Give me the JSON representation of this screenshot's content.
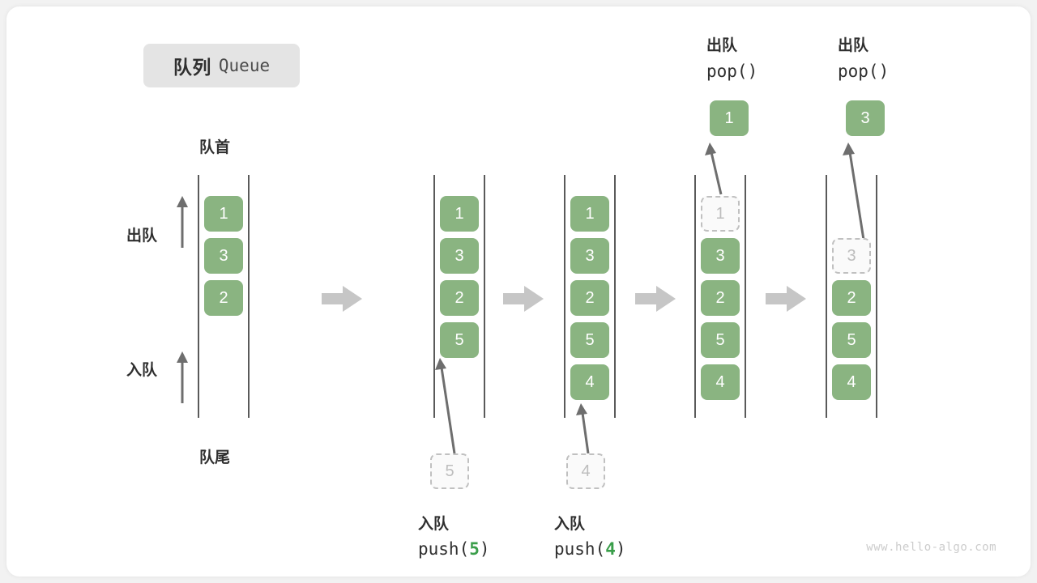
{
  "title": {
    "cn": "队列",
    "en": "Queue"
  },
  "labels": {
    "head": "队首",
    "tail": "队尾",
    "dequeue": "出队",
    "enqueue": "入队"
  },
  "watermark": "www.hello-algo.com",
  "colors": {
    "cell_fill": "#8ab481",
    "cell_text": "#ffffff",
    "ghost_border": "#c0c0c0",
    "ghost_text": "#bdbdbd",
    "rail": "#5a5a5a",
    "arrow": "#6e6e6e",
    "separator_arrow": "#c6c6c6",
    "badge_bg": "#e4e4e4",
    "accent_number": "#3a9e4a",
    "watermark": "#cccccc"
  },
  "stages": [
    {
      "name": "initial",
      "cells": [
        "1",
        "3",
        "2"
      ],
      "ghost_top": null,
      "ghost_bottom": null,
      "has_head_tail_labels": true,
      "has_side_arrows": true,
      "popped": null,
      "caption_cn": null,
      "caption_code": null
    },
    {
      "name": "push-5",
      "cells": [
        "1",
        "3",
        "2",
        "5"
      ],
      "ghost_bottom": "5",
      "popped": null,
      "caption_cn": "入队",
      "caption_code": "push(5)",
      "caption_arg": "5"
    },
    {
      "name": "push-4",
      "cells": [
        "1",
        "3",
        "2",
        "5",
        "4"
      ],
      "ghost_bottom": "4",
      "popped": null,
      "caption_cn": "入队",
      "caption_code": "push(4)",
      "caption_arg": "4"
    },
    {
      "name": "pop-1",
      "cells": [
        "3",
        "2",
        "5",
        "4"
      ],
      "ghost_top": "1",
      "popped": "1",
      "caption_cn": "出队",
      "caption_code": "pop()"
    },
    {
      "name": "pop-3",
      "cells": [
        "2",
        "5",
        "4"
      ],
      "ghost_top": "3",
      "popped": "3",
      "caption_cn": "出队",
      "caption_code": "pop()"
    }
  ]
}
